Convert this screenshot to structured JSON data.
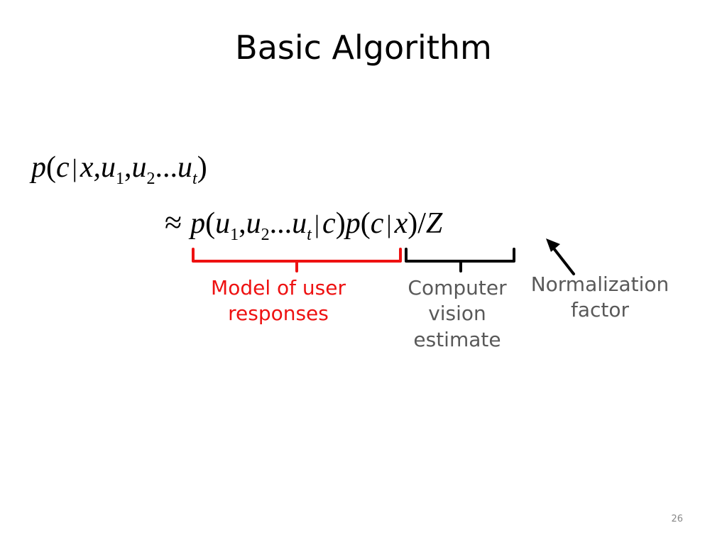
{
  "slide": {
    "title": "Basic Algorithm",
    "page_number": "26"
  },
  "equation": {
    "line1": {
      "p": "p",
      "open": "(",
      "c": "c",
      "bar": "|",
      "x": "x,",
      "u1": "u",
      "sub1": "1",
      "comma1": ",",
      "u2": "u",
      "sub2": "2",
      "dots": "...",
      "ut": "u",
      "subt": "t",
      "close": ")"
    },
    "line2": {
      "approx": "≈",
      "p1": "p",
      "open1": "(",
      "u1": "u",
      "sub1": "1",
      "comma1": ",",
      "u2": "u",
      "sub2": "2",
      "dots": "...",
      "ut": "u",
      "subt": "t",
      "bar1": "|",
      "c1": "c",
      "close1": ")",
      "p2": "p",
      "open2": "(",
      "c2": "c",
      "bar2": "|",
      "x": "x",
      "close2": ")",
      "slash": "/",
      "z": "Z"
    }
  },
  "annotations": {
    "user_model": "Model of user responses",
    "cv_estimate": "Computer vision estimate",
    "normalization": "Normalization factor"
  },
  "colors": {
    "red_brace": "#ee1111",
    "black_brace": "#000000",
    "gray_text": "#595959"
  }
}
